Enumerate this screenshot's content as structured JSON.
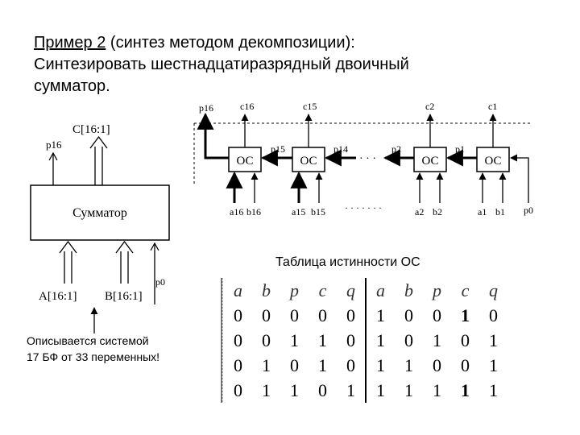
{
  "title": {
    "example_label": "Пример 2",
    "line1_rest": " (синтез методом декомпозиции):",
    "line2": "Синтезировать шестнадцатиразрядный двоичный",
    "line3": "сумматор."
  },
  "block_diagram": {
    "adder_label": "Сумматор",
    "output_c": "C[16:1]",
    "output_p": "p16",
    "input_a": "A[16:1]",
    "input_b": "B[16:1]",
    "input_p": "p0"
  },
  "chain": {
    "cell_label": "ОС",
    "top_labels": [
      "p16",
      "c16",
      "c15",
      "c2",
      "c1"
    ],
    "carry_labels": [
      "p15",
      "p14",
      "p2",
      "p1"
    ],
    "bottom_labels": [
      "a16",
      "b16",
      "a15",
      "b15",
      "a2",
      "b2",
      "a1",
      "b1",
      "p0"
    ],
    "ellipsis_upper": "· · ·",
    "ellipsis_lower": "· · · · · · ·"
  },
  "truth_table": {
    "caption": "Таблица истинности ОС",
    "headers": [
      "a",
      "b",
      "p",
      "c",
      "q",
      "a",
      "b",
      "p",
      "c",
      "q"
    ],
    "rows": [
      [
        "0",
        "0",
        "0",
        "0",
        "0",
        "1",
        "0",
        "0",
        "1",
        "0"
      ],
      [
        "0",
        "0",
        "1",
        "1",
        "0",
        "1",
        "0",
        "1",
        "0",
        "1"
      ],
      [
        "0",
        "1",
        "0",
        "1",
        "0",
        "1",
        "1",
        "0",
        "0",
        "1"
      ],
      [
        "0",
        "1",
        "1",
        "0",
        "1",
        "1",
        "1",
        "1",
        "1",
        "1"
      ]
    ]
  },
  "note": {
    "line1": "Описывается системой",
    "line2": "17 БФ от 33 переменных!"
  }
}
